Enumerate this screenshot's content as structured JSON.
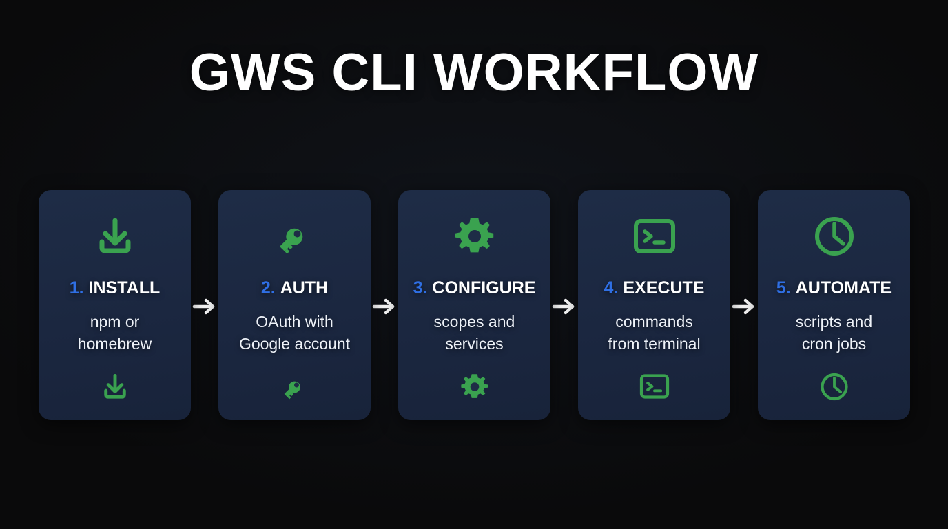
{
  "title": "GWS CLI WORKFLOW",
  "colors": {
    "background": "#0a0a0b",
    "card_background": "#1e2c46",
    "number_blue": "#2f6fe4",
    "icon_green": "#3aa24f",
    "label_white": "#ffffff",
    "arrow_white": "#ffffff"
  },
  "arrow_glyph": "arrow-right-icon",
  "steps": [
    {
      "number": "1.",
      "label": "INSTALL",
      "description": "npm or\nhomebrew",
      "description_lines": [
        "npm or",
        "homebrew"
      ],
      "icon": "download-icon"
    },
    {
      "number": "2.",
      "label": "AUTH",
      "description": "OAuth with\nGoogle account",
      "description_lines": [
        "OAuth with",
        "Google account"
      ],
      "icon": "key-icon"
    },
    {
      "number": "3.",
      "label": "CONFIGURE",
      "description": "scopes and\nservices",
      "description_lines": [
        "scopes and",
        "services"
      ],
      "icon": "gear-icon"
    },
    {
      "number": "4.",
      "label": "EXECUTE",
      "description": "commands\nfrom terminal",
      "description_lines": [
        "commands",
        "from terminal"
      ],
      "icon": "terminal-icon"
    },
    {
      "number": "5.",
      "label": "AUTOMATE",
      "description": "scripts and\ncron jobs",
      "description_lines": [
        "scripts and",
        "cron jobs"
      ],
      "icon": "clock-icon"
    }
  ]
}
